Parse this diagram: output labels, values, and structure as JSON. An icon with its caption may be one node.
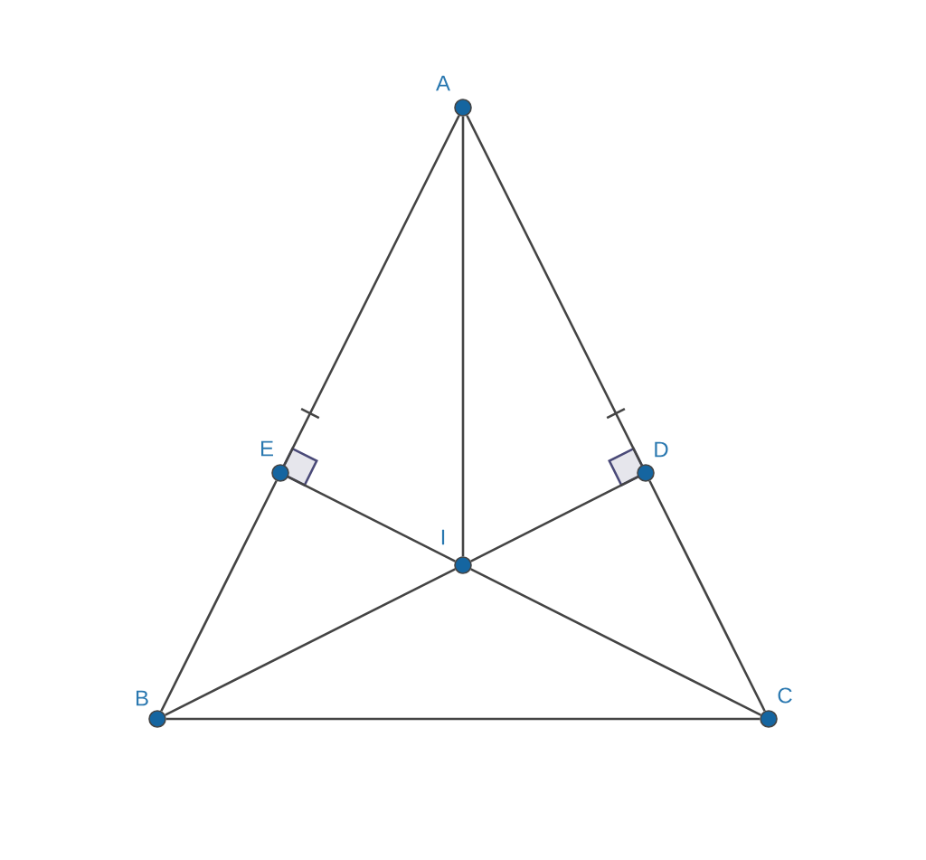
{
  "diagram": {
    "nodes": [
      {
        "text": [
          "A"
        ]
      },
      {
        "text": [
          "B"
        ]
      },
      {
        "text": [
          "C"
        ]
      },
      {
        "text": [
          "D"
        ]
      },
      {
        "text": [
          "E"
        ]
      },
      {
        "text": [
          "I"
        ]
      }
    ],
    "edges": [
      {
        "from": 0,
        "to": 4,
        "arrow": "none"
      },
      {
        "from": 4,
        "to": 1,
        "arrow": "none"
      },
      {
        "from": 0,
        "to": 3,
        "arrow": "none"
      },
      {
        "from": 3,
        "to": 2,
        "arrow": "none"
      },
      {
        "from": 1,
        "to": 2,
        "arrow": "none"
      },
      {
        "from": 0,
        "to": 5,
        "arrow": "none"
      },
      {
        "from": 1,
        "to": 5,
        "arrow": "none"
      },
      {
        "from": 5,
        "to": 3,
        "arrow": "none"
      },
      {
        "from": 2,
        "to": 5,
        "arrow": "none"
      },
      {
        "from": 5,
        "to": 4,
        "arrow": "none"
      }
    ]
  }
}
